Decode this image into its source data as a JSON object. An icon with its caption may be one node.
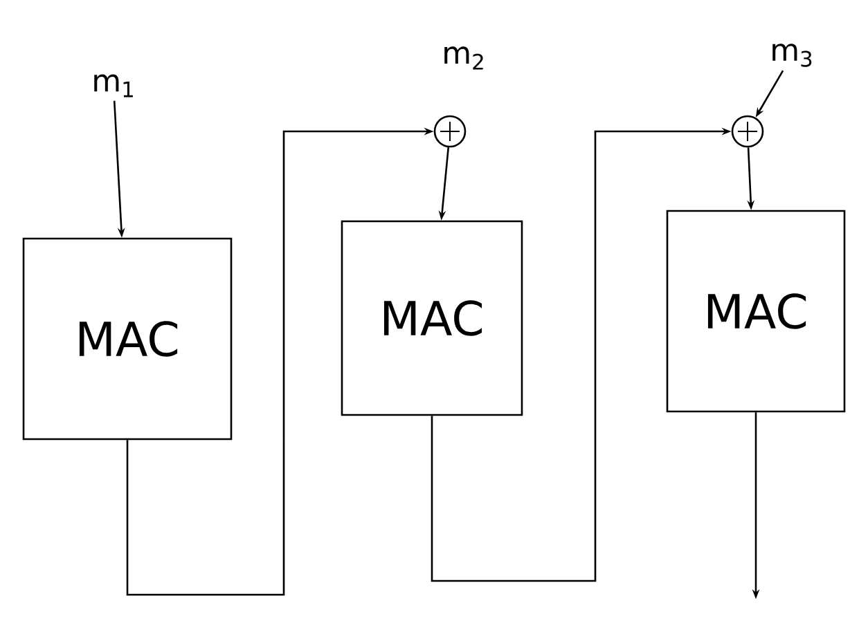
{
  "diagram": {
    "nodes": [
      {
        "text": [
          "m$_{1}$"
        ]
      },
      {
        "text": [
          "MAC"
        ]
      },
      {
        "text": [
          "m$_{2}$"
        ]
      },
      {
        "text": [],
        "shape": "circle"
      },
      {
        "text": [
          "MAC"
        ]
      },
      {
        "text": [
          "m$_{3}$"
        ]
      },
      {
        "text": [],
        "shape": "circle"
      },
      {
        "text": [
          "MAC"
        ]
      }
    ],
    "edges": [
      {
        "from": 0,
        "to": 1,
        "arrow": "to"
      },
      {
        "from": 1,
        "to": 3,
        "arrow": "to"
      },
      {
        "from": 3,
        "to": 4,
        "arrow": "to"
      },
      {
        "from": 5,
        "to": 6,
        "arrow": "to"
      },
      {
        "from": 4,
        "to": 6,
        "arrow": "to"
      },
      {
        "from": 6,
        "to": 7,
        "arrow": "to"
      },
      {
        "from": 7,
        "to": null,
        "arrow": "to"
      }
    ]
  }
}
